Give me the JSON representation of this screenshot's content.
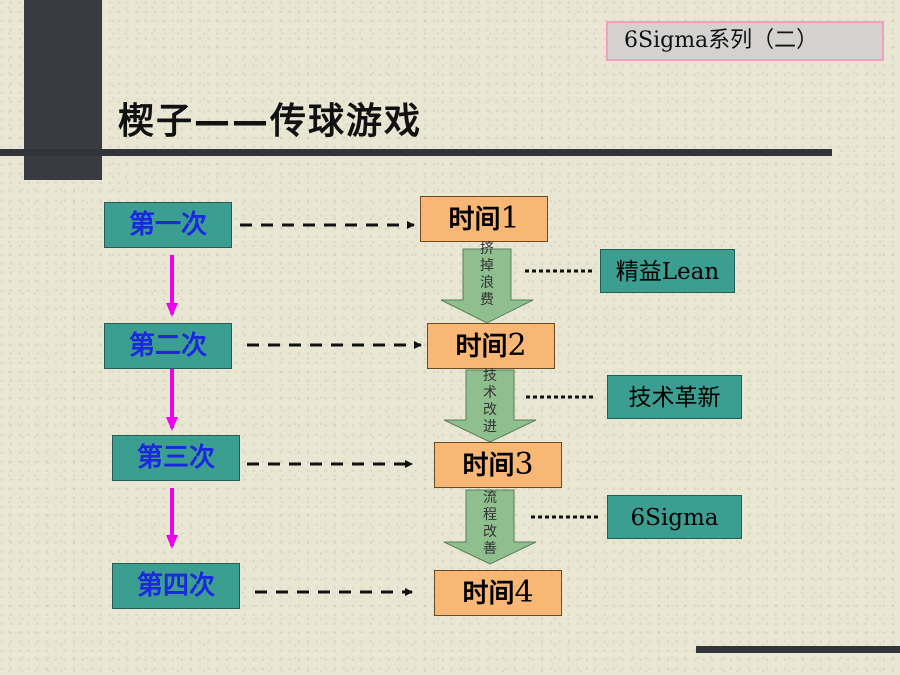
{
  "series_label": "6Sigma系列（二）",
  "title": "楔子——传球游戏",
  "attempts": [
    "第一次",
    "第二次",
    "第三次",
    "第四次"
  ],
  "times": [
    {
      "label": "时间",
      "num": "1"
    },
    {
      "label": "时间",
      "num": "2"
    },
    {
      "label": "时间",
      "num": "3"
    },
    {
      "label": "时间",
      "num": "4"
    }
  ],
  "steps": [
    "挤掉浪费",
    "技术改进",
    "流程改善"
  ],
  "methods": [
    "精益Lean",
    "技术革新",
    "6Sigma"
  ],
  "colors": {
    "attempt_fill": "#3c9e90",
    "attempt_text": "#1a28e0",
    "time_fill": "#f8b774",
    "down_arrow": "#ee00ee",
    "block_arrow": "#8fbf8e"
  }
}
